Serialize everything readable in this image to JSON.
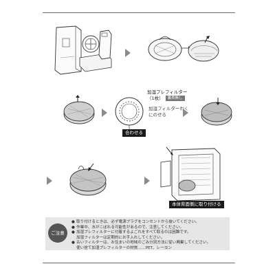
{
  "labels": {
    "align": "合わせる",
    "attach_back": "本体背面側に取り付ける",
    "prefilter_title": "加湿プレフィルター",
    "prefilter_count": "（1枚）",
    "prefilter_badge": "裏表無し",
    "frame_line1": "加湿フィルターわく",
    "frame_line2": "にのせる"
  },
  "notes": {
    "tag": "ご注意",
    "items": [
      {
        "bullet": "●",
        "text": "取り付けるときは、必ず電源プラグをコンセントから抜いてください。"
      },
      {
        "bullet": "●",
        "text": "作業中、水がこぼれる可能性があるので、注意してください。"
      },
      {
        "bullet": "●",
        "text": "加湿プレフィルターに付着するよごれをすべて取るのは困難です。"
      },
      {
        "bullet": "",
        "text": "加湿フィルターは定期的にお手入れしてください。"
      },
      {
        "bullet": "●",
        "text": "古いフィルターは、お住まいの地域のごみ分別方法に従い廃棄してください。"
      },
      {
        "bullet": "",
        "text": "使い捨て加湿プレフィルターの材質……PET、レーヨン"
      }
    ]
  },
  "icons": {
    "step_arrow": "triangle-right-icon",
    "bullet": "bullet-icon"
  },
  "colors": {
    "arrow": "#8a8a8a",
    "label_bg": "#1a1a1a",
    "notes_bg": "#e6e6e6",
    "notes_tag_bg": "#555555"
  }
}
